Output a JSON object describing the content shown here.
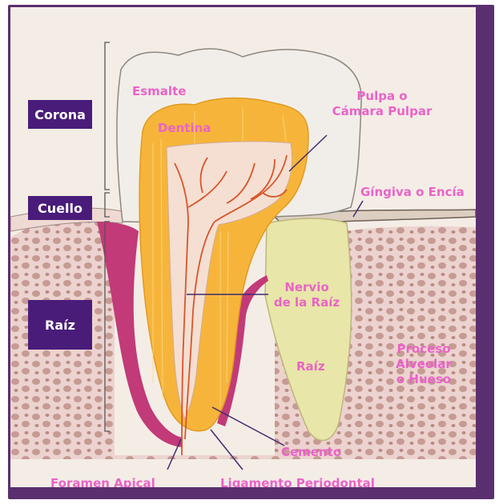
{
  "sections": {
    "corona": "Corona",
    "cuello": "Cuello",
    "raiz": "Raíz"
  },
  "labels": {
    "esmalte": "Esmalte",
    "dentina": "Dentina",
    "pulpa_1": "Pulpa o",
    "pulpa_2": "Cámara Pulpar",
    "gingiva": "Gíngiva o Encía",
    "nervio_1": "Nervio",
    "nervio_2": "de la Raíz",
    "raiz": "Raíz",
    "proceso_1": "Proceso",
    "proceso_2": "Alveolar",
    "proceso_3": "o Hueso",
    "cemento": "Cemento",
    "foramen": "Foramen Apical",
    "ligamento": "Ligamento Periodontal"
  },
  "colors": {
    "frame": "#5b2f6f",
    "section_box": "#4a1c7a",
    "label_text": "#ea63c8",
    "enamel": "#f1eee9",
    "dentin": "#f6b53a",
    "pulp": "#f4dfd2",
    "nerve": "#d9542a",
    "gum": "#c23a78",
    "bone": "#e7c9c6",
    "root_back": "#e7e4a6"
  }
}
